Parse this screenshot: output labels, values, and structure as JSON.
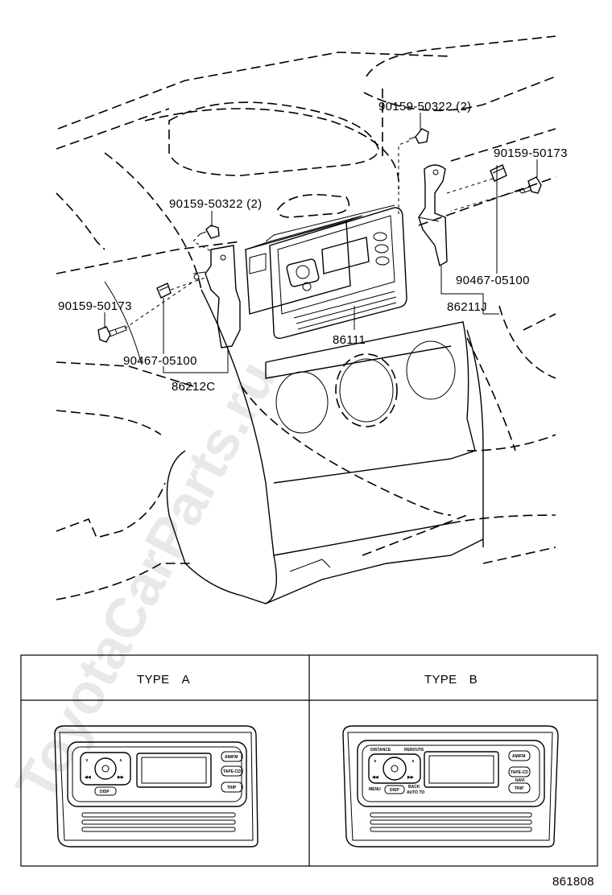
{
  "watermark": "ToyotaCarParts.ru",
  "parts": {
    "screw_top": "90159-50322 (2)",
    "screw_left": "90159-50322 (2)",
    "bolt_right": "90159-50173",
    "bolt_left": "90159-50173",
    "nut_right": "90467-05100",
    "nut_left": "90467-05100",
    "bracket_right": "86211J",
    "bracket_left": "86212C",
    "radio": "86111"
  },
  "table": {
    "type_a_header": "TYPE　A",
    "type_b_header": "TYPE　B"
  },
  "panel_a": {
    "amfm": "AM/FM",
    "tapecd": "TAPE-CD",
    "trip": "TRIP",
    "disp": "DISP"
  },
  "panel_b": {
    "distance": "DISTANCE",
    "reroute": "REROUTE",
    "amfm": "AM/FM",
    "tapecd": "TAPE-CD",
    "trip": "TRIP",
    "disp": "DISP",
    "menu": "MENU",
    "back": "BACK",
    "autoto": "AUTO TO",
    "nav": "NAVI"
  },
  "diagram_number": "861808"
}
